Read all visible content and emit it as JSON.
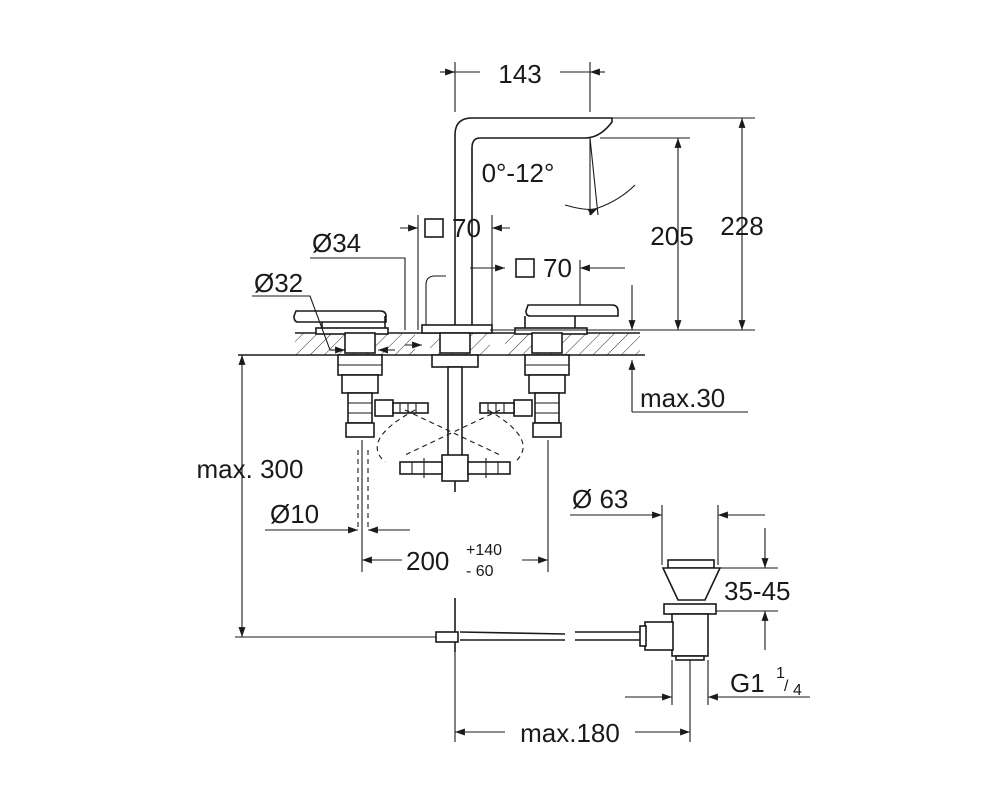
{
  "dimensions": {
    "spout_reach": "143",
    "swivel_angle": "0°-12°",
    "spout_outlet_height": "205",
    "total_height": "228",
    "diameter_34": "Ø34",
    "diameter_32": "Ø32",
    "square_70_top": "70",
    "square_70_right": "70",
    "max_thickness": "max.30",
    "max_300": "max. 300",
    "diameter_10": "Ø10",
    "spacing_200": "200",
    "spacing_tol_plus": "+140",
    "spacing_tol_minus": "- 60",
    "diameter_63": "Ø 63",
    "range_35_45": "35-45",
    "thread_main": "G1",
    "thread_frac_num": "1",
    "thread_frac_den": "4",
    "max_180": "max.180"
  }
}
